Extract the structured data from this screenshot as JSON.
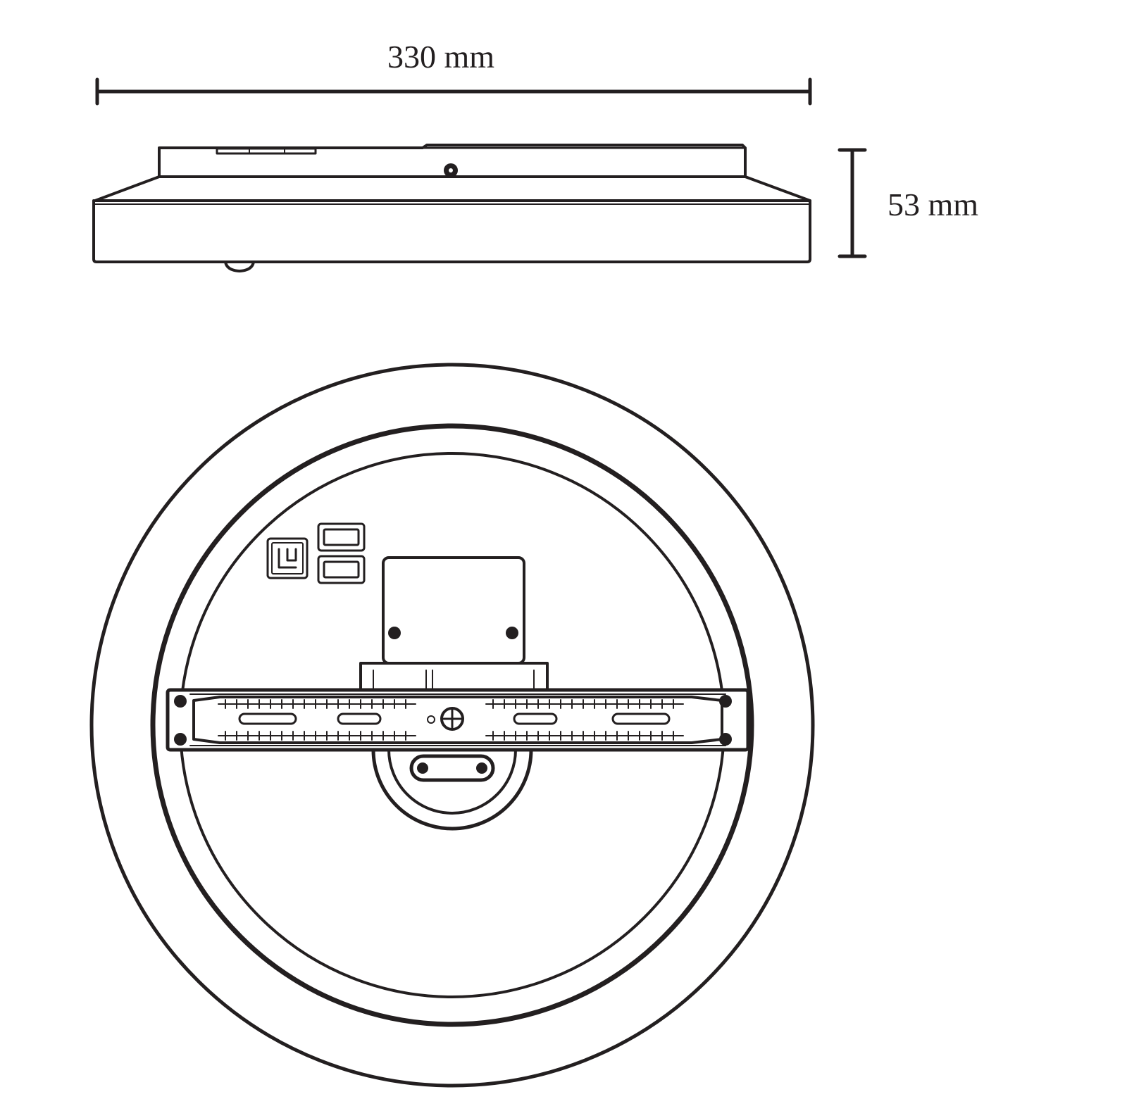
{
  "dimensions": {
    "width_label": "330 mm",
    "height_label": "53 mm"
  },
  "views": [
    "side-view",
    "bottom-view"
  ],
  "colors": {
    "line": "#231f20",
    "background": "#ffffff"
  }
}
